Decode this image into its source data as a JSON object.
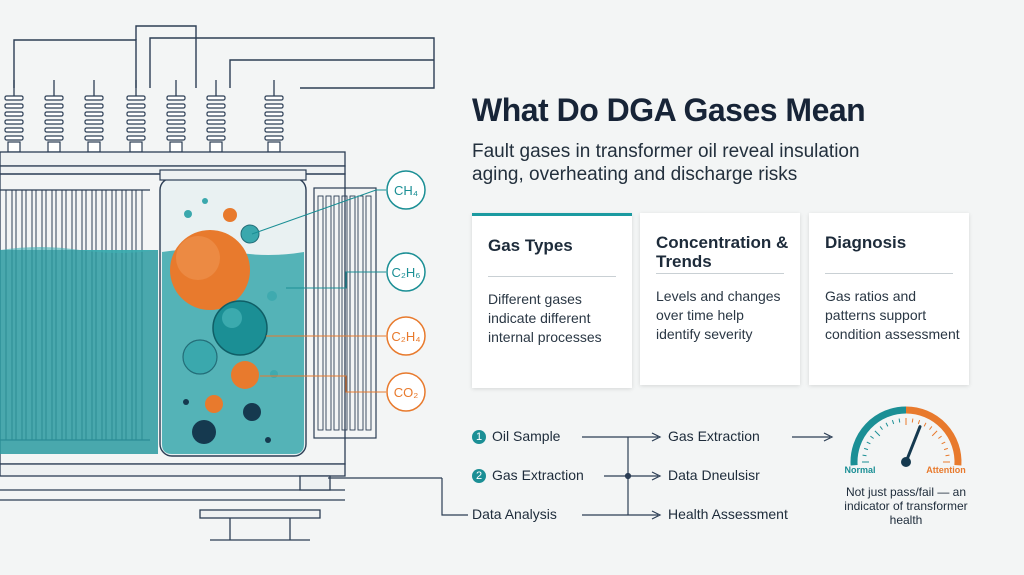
{
  "title": "What Do DGA Gases Mean",
  "subtitle": "Fault gases in transformer oil reveal insulation aging, overheating and discharge risks",
  "gases": [
    {
      "label": "CH₄",
      "color": "#1b8f95"
    },
    {
      "label": "C₂H₆",
      "color": "#1b8f95"
    },
    {
      "label": "C₂H₄",
      "color": "#e87a2d"
    },
    {
      "label": "CO₂",
      "color": "#e87a2d"
    }
  ],
  "cards": [
    {
      "title": "Gas Types",
      "body": "Different gases indicate different internal processes"
    },
    {
      "title": "Concentration & Trends",
      "body": "Levels and changes over time help identify severity"
    },
    {
      "title": "Diagnosis",
      "body": "Gas ratios and patterns support condition assessment"
    }
  ],
  "flow": {
    "step1_num": "1",
    "step1": "Oil Sample",
    "step2_num": "2",
    "step2": "Gas Extraction",
    "step3": "Data Analysis",
    "mid1": "Gas Extraction",
    "mid2": "Data Dneulsisr",
    "mid3": "Health Assessment"
  },
  "gauge": {
    "normal_label": "Normal",
    "attention_label": "Attention",
    "level": 0.62,
    "note": "Not just pass/fail — an indicator of transformer health"
  },
  "colors": {
    "teal": "#1b9aa0",
    "orange": "#e87a2d",
    "navy": "#1d2b3a",
    "oil": "#2a9aa0"
  }
}
